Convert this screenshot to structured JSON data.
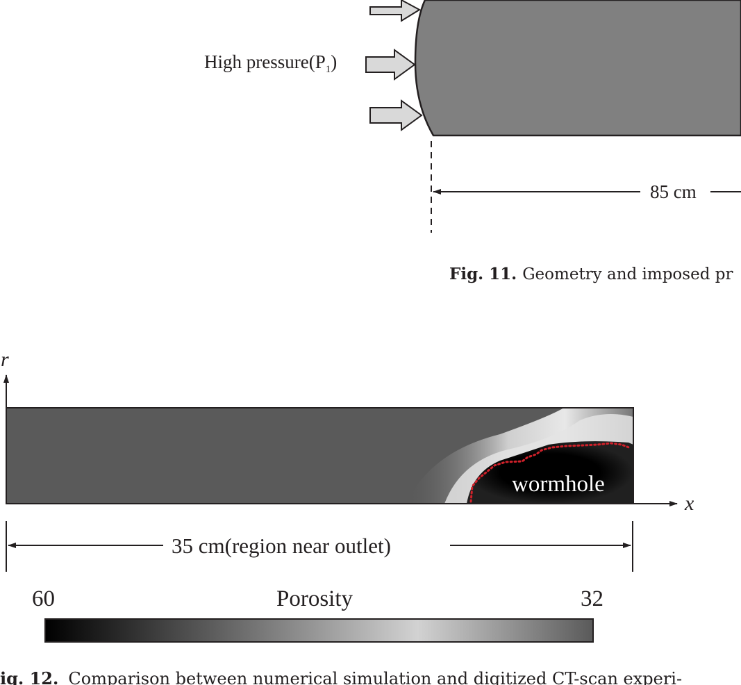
{
  "fig11": {
    "inlet_label": "High pressure(P",
    "inlet_subscript": "1",
    "inlet_close": ")",
    "dimension_label": "85 cm",
    "caption_label": "Fig. 11.",
    "caption_text": "Geometry and imposed pr"
  },
  "fig12": {
    "axis_r_label": "r",
    "axis_x_label": "x",
    "wormhole_label": "wormhole",
    "dimension_label": "35 cm(region near outlet)",
    "colorbar": {
      "title": "Porosity",
      "left_value": "60",
      "right_value": "32"
    },
    "caption_label": "ig. 12.",
    "caption_text": "Comparison between numerical simulation and digitized CT-scan experi-"
  },
  "colors": {
    "core_fill": "#808080",
    "domain_fill": "#5a5a5a",
    "arrow_fill": "#d9d9d9",
    "trace_red": "#d0212a",
    "ink": "#231f20"
  }
}
